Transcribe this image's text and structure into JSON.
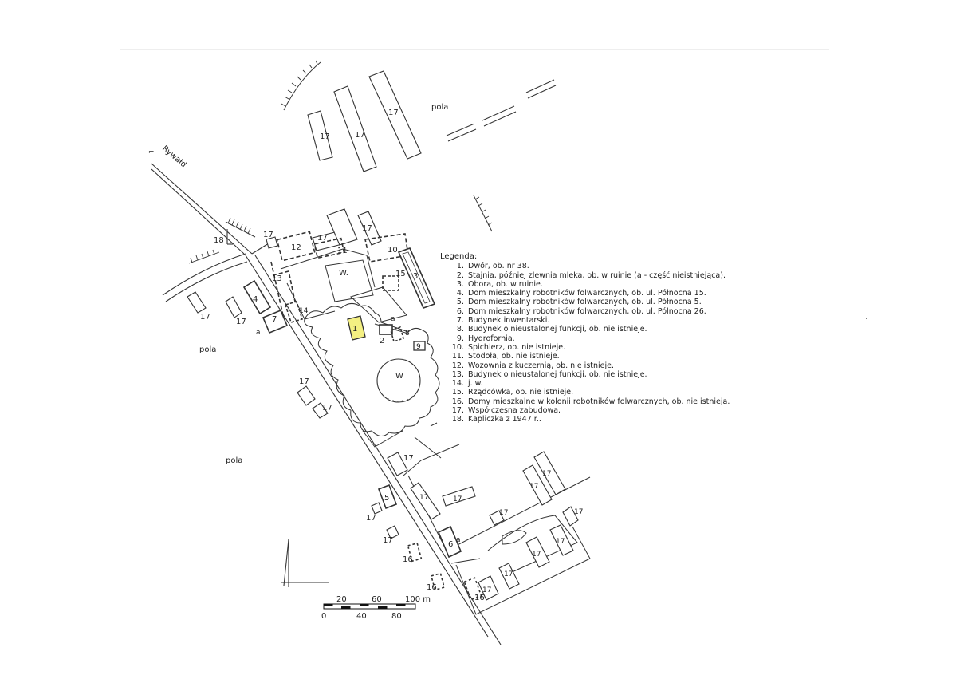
{
  "map": {
    "road_name": "Rywałd",
    "field_label": "pola",
    "yard_label": "W.",
    "pond_label": "W",
    "building_labels": {
      "b1": "1",
      "b2": "2",
      "b3": "3",
      "b4": "4",
      "b5": "5",
      "b6": "6",
      "b7": "7",
      "b8": "8",
      "b9": "9",
      "b10": "10",
      "b11": "11",
      "b12": "12",
      "b13": "13",
      "b14": "14",
      "b15": "15",
      "b16": "16",
      "b17": "17",
      "b18": "18",
      "sub_a": "a"
    },
    "highlight_color": "#f4f082"
  },
  "scale_bar": {
    "top_ticks": [
      "20",
      "60",
      "100 m"
    ],
    "bottom_ticks": [
      "0",
      "40",
      "80"
    ]
  },
  "legend": {
    "title": "Legenda:",
    "items": [
      {
        "num": "1.",
        "text": "Dwór, ob. nr 38."
      },
      {
        "num": "2.",
        "text": "Stajnia, później zlewnia mleka, ob. w ruinie (a - część nieistniejąca)."
      },
      {
        "num": "3.",
        "text": "Obora, ob. w ruinie."
      },
      {
        "num": "4.",
        "text": "Dom mieszkalny robotników folwarcznych, ob. ul. Północna  15."
      },
      {
        "num": "5.",
        "text": "Dom mieszkalny robotników folwarcznych, ob. ul. Północna  5."
      },
      {
        "num": "6.",
        "text": "Dom mieszkalny robotników folwarcznych, ob. ul. Północna  26."
      },
      {
        "num": "7.",
        "text": "Budynek inwentarski."
      },
      {
        "num": "8.",
        "text": "Budynek o nieustalonej funkcji, ob. nie istnieje."
      },
      {
        "num": "9.",
        "text": "Hydrofornia."
      },
      {
        "num": "10.",
        "text": "Spichlerz, ob. nie istnieje."
      },
      {
        "num": "11.",
        "text": "Stodoła, ob. nie istnieje."
      },
      {
        "num": "12.",
        "text": "Wozownia z kuczernią, ob. nie istnieje."
      },
      {
        "num": "13.",
        "text": "Budynek o nieustalonej funkcji, ob. nie istnieje."
      },
      {
        "num": "14.",
        "text": "j. w."
      },
      {
        "num": "15.",
        "text": "Rządcówka, ob. nie istnieje."
      },
      {
        "num": "16.",
        "text": "Domy mieszkalne w kolonii robotników folwarcznych, ob. nie istnieją."
      },
      {
        "num": "17.",
        "text": "Współczesna zabudowa."
      },
      {
        "num": "18.",
        "text": "Kapliczka z 1947 r.."
      }
    ]
  }
}
